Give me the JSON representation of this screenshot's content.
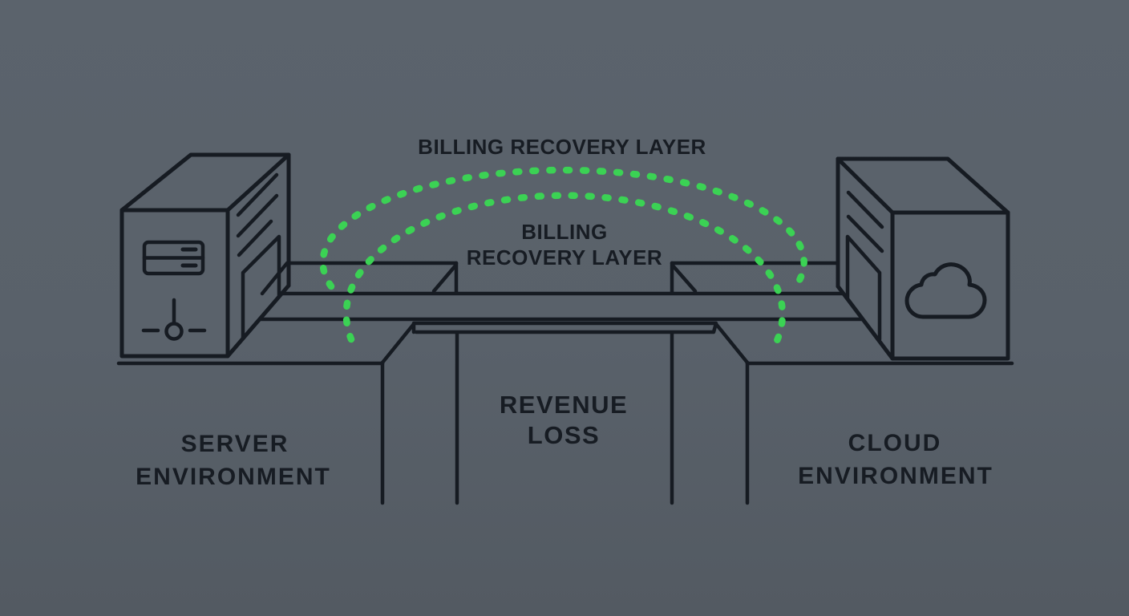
{
  "title": "Billing recovery layer bridging server and cloud environments over revenue loss gap",
  "colors": {
    "background": "#5a626b",
    "background_bottom": "#535a62",
    "line": "#161b22",
    "text": "#171c23",
    "recovery_green": "#3bd254"
  },
  "labels": {
    "arc_top": "BILLING RECOVERY LAYER",
    "arc_inner_line1": "BILLING",
    "arc_inner_line2": "RECOVERY LAYER",
    "gap_line1": "REVENUE",
    "gap_line2": "LOSS",
    "server_line1": "SERVER",
    "server_line2": "ENVIRONMENT",
    "cloud_line1": "CLOUD",
    "cloud_line2": "ENVIRONMENT"
  },
  "icons": {
    "server_box_front": "server-tower-icon",
    "server_box_power": "power-switch-icon",
    "cloud_box_front": "cloud-icon"
  }
}
